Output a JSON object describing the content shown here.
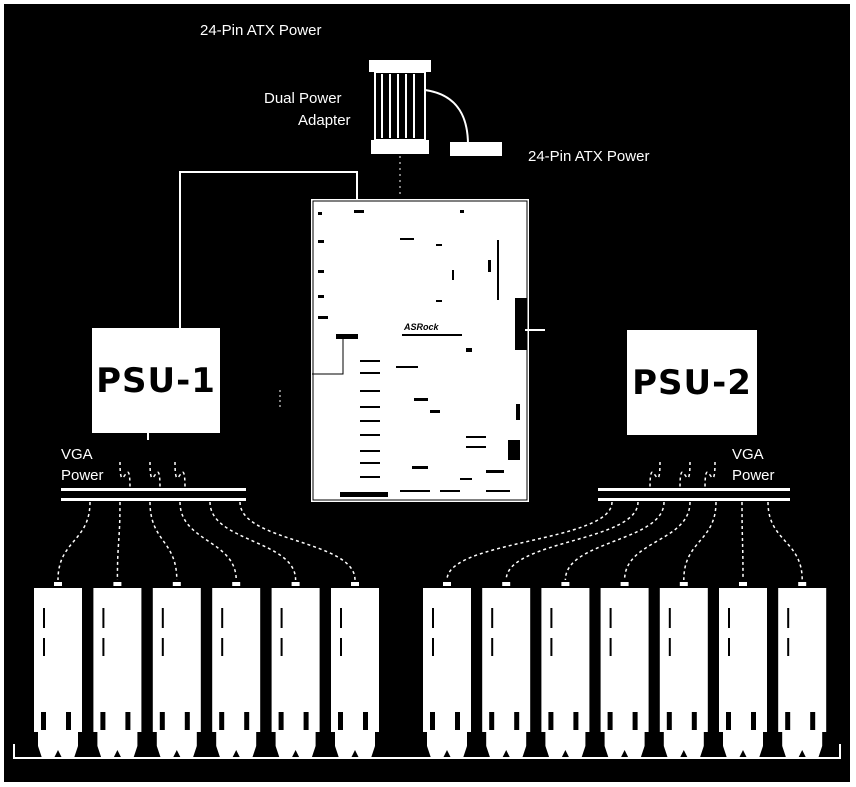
{
  "labels": {
    "atx_top": "24-Pin ATX Power",
    "atx_right": "24-Pin ATX Power",
    "adapter_line1": "Dual Power",
    "adapter_line2": "Adapter",
    "vga_left_line1": "VGA",
    "vga_left_line2": "Power",
    "vga_right_line1": "VGA",
    "vga_right_line2": "Power"
  },
  "psu": {
    "left": "PSU-1",
    "right": "PSU-2"
  },
  "motherboard": {
    "brand": "ASRock"
  },
  "gpu_groups": {
    "left_count": 6,
    "right_count": 7
  },
  "colors": {
    "background": "#000000",
    "foreground": "#ffffff"
  }
}
